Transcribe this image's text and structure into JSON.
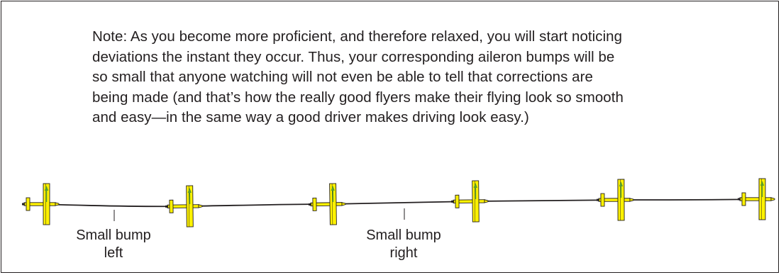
{
  "note": {
    "lines": [
      "Note: As you become more proficient, and therefore relaxed, you will start noticing",
      "deviations the instant they occur.  Thus, your corresponding aileron bumps will be",
      "so small that anyone watching will not even be able to tell that corrections are",
      "being made (and that’s how the really good flyers make their flying look so smooth",
      "and easy—in the same way a good driver makes driving look easy.)"
    ]
  },
  "labels": {
    "bump_left": {
      "line1": "Small bump",
      "line2": "left"
    },
    "bump_right": {
      "line1": "Small bump",
      "line2": "right"
    }
  },
  "colors": {
    "aircraft_fill": "#fff200",
    "aircraft_outline": "#231f20",
    "arrow": "#5aa02c",
    "flight_path": "#231f20",
    "border": "#231f20"
  }
}
